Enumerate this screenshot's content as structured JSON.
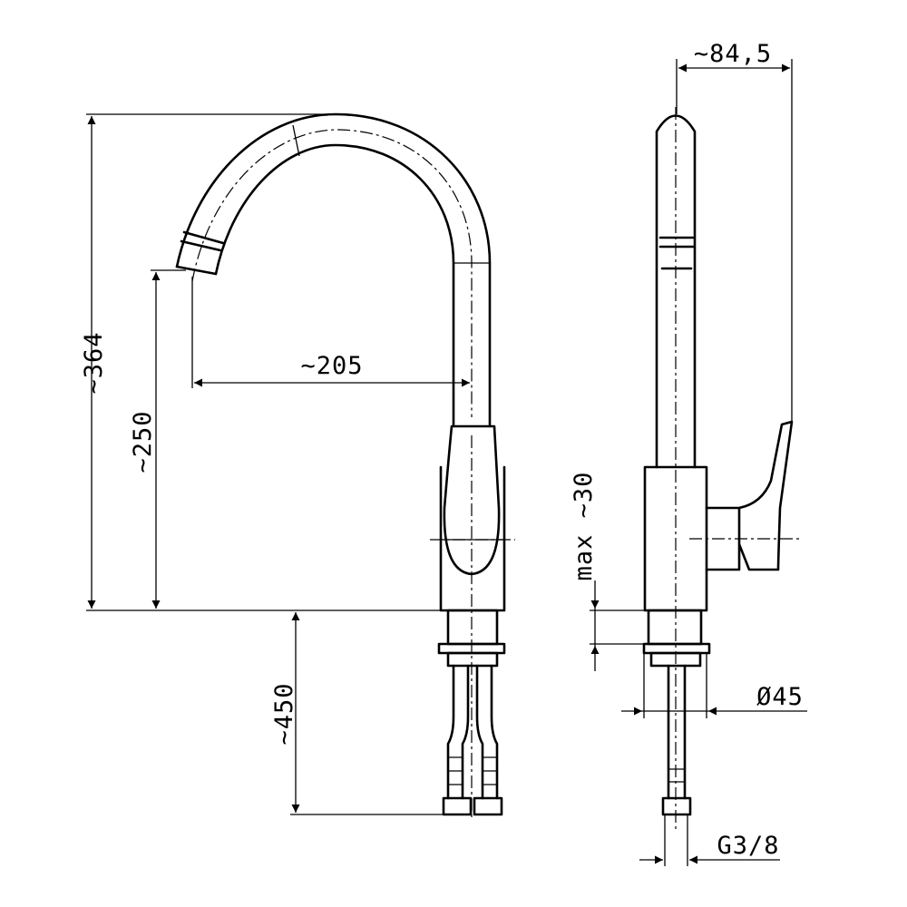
{
  "drawing": {
    "front_view": {
      "height_total": "~364",
      "spout_height": "~250",
      "spout_reach": "~205",
      "hose_length": "~450"
    },
    "side_view": {
      "depth": "~84,5",
      "max_counter_thickness": "max ~30",
      "diameter": "Ø45",
      "connection_thread": "G3/8"
    },
    "line_color": "#000000"
  }
}
